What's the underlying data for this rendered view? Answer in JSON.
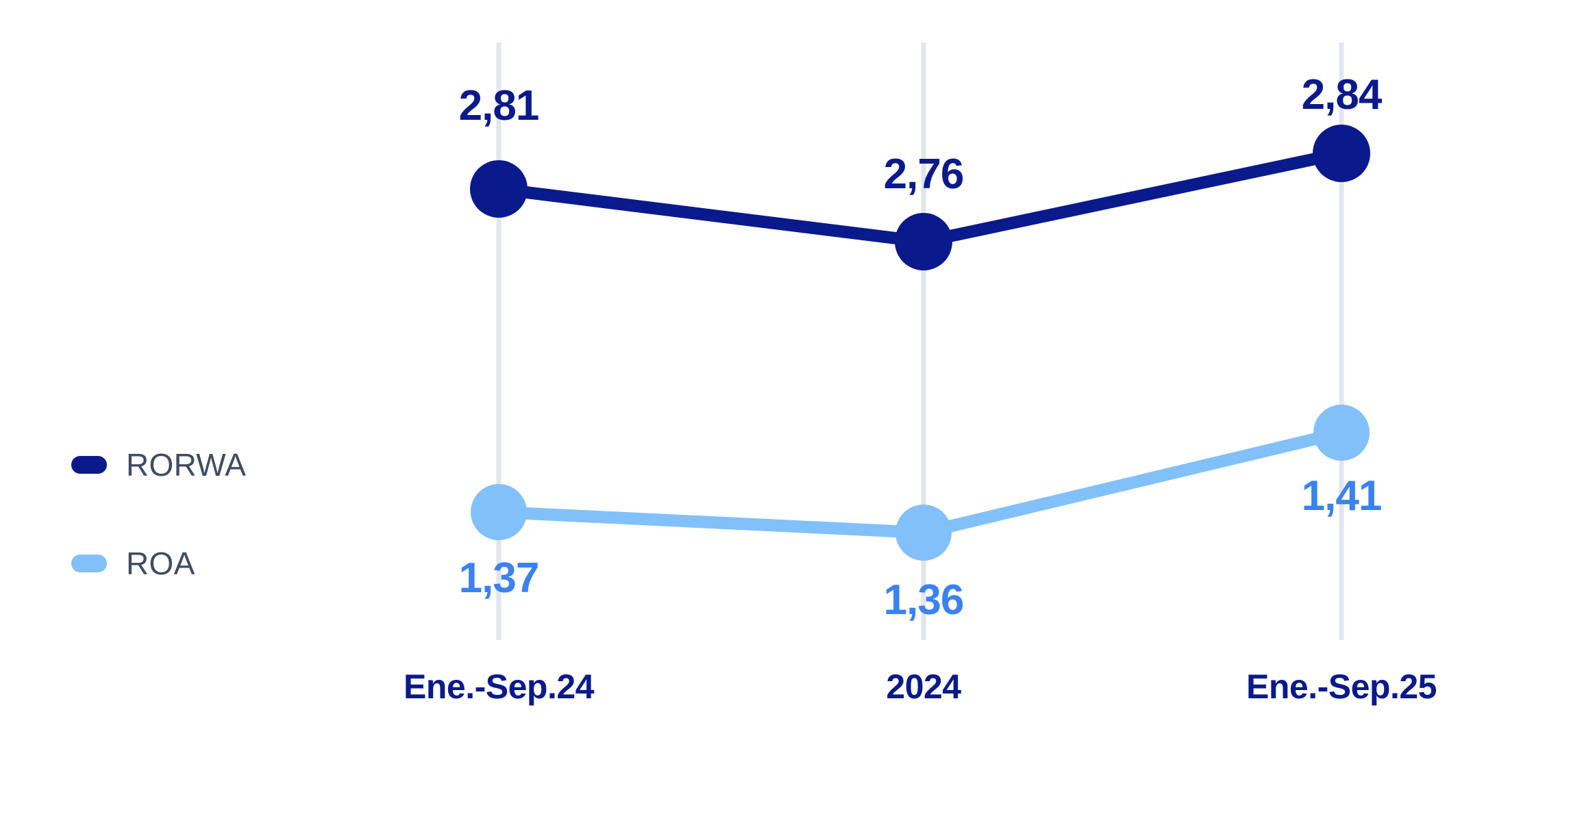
{
  "chart_data": {
    "type": "line",
    "title": "",
    "subtitle": "",
    "xlabel": "",
    "ylabel": "",
    "grid": "vertical-only",
    "legend_position": "left",
    "decimal_separator": ",",
    "categories": [
      "Ene.-Sep.24",
      "2024",
      "Ene.-Sep.25"
    ],
    "series": [
      {
        "name": "RORWA",
        "color": "#0a1a8c",
        "label_color": "#0a1a8c",
        "values": [
          2.81,
          2.76,
          2.84
        ],
        "value_labels": [
          "2,81",
          "2,76",
          "2,84"
        ],
        "label_placement": [
          "above",
          "above",
          "above"
        ]
      },
      {
        "name": "ROA",
        "color": "#82c0fa",
        "label_color": "#3b82f0",
        "values": [
          1.37,
          1.36,
          1.41
        ],
        "value_labels": [
          "1,37",
          "1,36",
          "1,41"
        ],
        "label_placement": [
          "below",
          "below",
          "below"
        ]
      }
    ],
    "ylim": [
      0.9,
      3.15
    ],
    "colors": {
      "rorwa": "#0a1a8c",
      "roa": "#82c0fa",
      "roa_label": "#3b82f0",
      "gridline": "#e2e5ec",
      "legend_text": "#3f4c63",
      "category_text": "#0a1a8c",
      "background": "#ffffff"
    }
  },
  "legend": {
    "items": [
      {
        "label": "RORWA",
        "color": "#0a1a8c"
      },
      {
        "label": "ROA",
        "color": "#82c0fa"
      }
    ]
  },
  "axis": {
    "categories": [
      {
        "label": "Ene.-Sep.24"
      },
      {
        "label": "2024"
      },
      {
        "label": "Ene.-Sep.25"
      }
    ]
  },
  "labels": {
    "rorwa": [
      {
        "text": "2,81"
      },
      {
        "text": "2,76"
      },
      {
        "text": "2,84"
      }
    ],
    "roa": [
      {
        "text": "1,37"
      },
      {
        "text": "1,36"
      },
      {
        "text": "1,41"
      }
    ]
  }
}
